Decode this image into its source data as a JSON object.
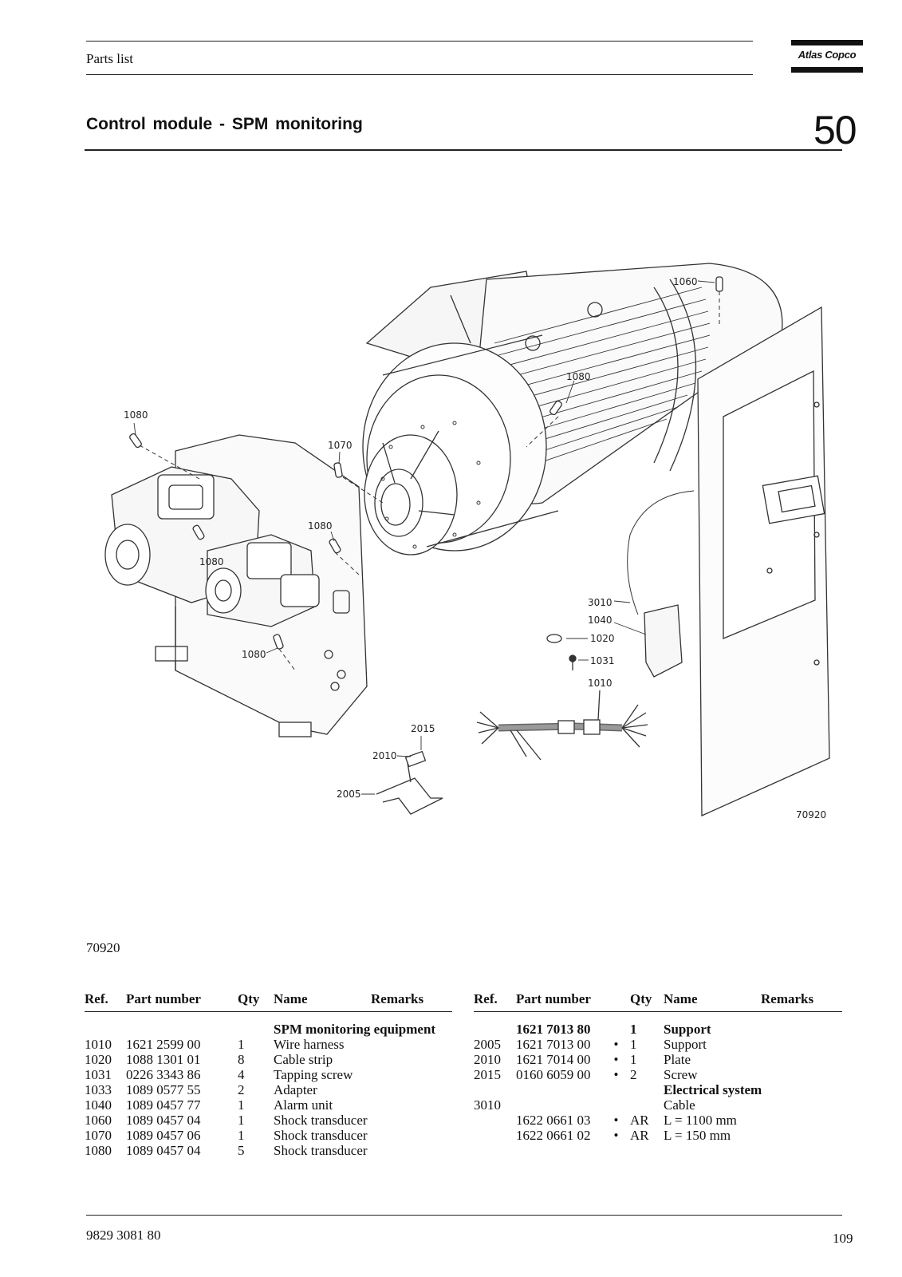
{
  "header": {
    "label": "Parts list",
    "brand": "Atlas Copco",
    "title": "Control module - SPM monitoring",
    "section_number": "50"
  },
  "drawing": {
    "callouts": [
      "1060",
      "1080",
      "1080",
      "1070",
      "1080",
      "1080",
      "1080",
      "3010",
      "1040",
      "1020",
      "1031",
      "1010",
      "2015",
      "2010",
      "2005"
    ],
    "drawing_number": "70920"
  },
  "figure_number": "70920",
  "table_left": {
    "headers": {
      "ref": "Ref.",
      "part": "Part number",
      "qty": "Qty",
      "name": "Name",
      "remarks": "Remarks"
    },
    "rows": [
      {
        "ref": "",
        "part": "",
        "dot": "",
        "qty": "",
        "name": "SPM monitoring equipment",
        "bold": true
      },
      {
        "ref": "1010",
        "part": "1621 2599 00",
        "dot": "",
        "qty": "1",
        "name": "Wire harness"
      },
      {
        "ref": "1020",
        "part": "1088 1301 01",
        "dot": "",
        "qty": "8",
        "name": "Cable strip"
      },
      {
        "ref": "1031",
        "part": "0226 3343 86",
        "dot": "",
        "qty": "4",
        "name": "Tapping screw"
      },
      {
        "ref": "1033",
        "part": "1089 0577 55",
        "dot": "",
        "qty": "2",
        "name": "Adapter"
      },
      {
        "ref": "1040",
        "part": "1089 0457 77",
        "dot": "",
        "qty": "1",
        "name": "Alarm unit"
      },
      {
        "ref": "1060",
        "part": "1089 0457 04",
        "dot": "",
        "qty": "1",
        "name": "Shock transducer"
      },
      {
        "ref": "1070",
        "part": "1089 0457 06",
        "dot": "",
        "qty": "1",
        "name": "Shock transducer"
      },
      {
        "ref": "1080",
        "part": "1089 0457 04",
        "dot": "",
        "qty": "5",
        "name": "Shock transducer"
      }
    ]
  },
  "table_right": {
    "headers": {
      "ref": "Ref.",
      "part": "Part number",
      "qty": "Qty",
      "name": "Name",
      "remarks": "Remarks"
    },
    "rows": [
      {
        "ref": "",
        "part": "1621 7013 80",
        "dot": "",
        "qty": "1",
        "name": "Support",
        "bold": true
      },
      {
        "ref": "2005",
        "part": "1621 7013 00",
        "dot": "•",
        "qty": "1",
        "name": "Support"
      },
      {
        "ref": "2010",
        "part": "1621 7014 00",
        "dot": "•",
        "qty": "1",
        "name": "Plate"
      },
      {
        "ref": "2015",
        "part": "0160 6059 00",
        "dot": "•",
        "qty": "2",
        "name": "Screw"
      },
      {
        "ref": "",
        "part": "",
        "dot": "",
        "qty": "",
        "name": "Electrical system",
        "bold": true
      },
      {
        "ref": "3010",
        "part": "",
        "dot": "",
        "qty": "",
        "name": "Cable"
      },
      {
        "ref": "",
        "part": "1622 0661 03",
        "dot": "•",
        "qty": "AR",
        "name": "L = 1100 mm"
      },
      {
        "ref": "",
        "part": "1622 0661 02",
        "dot": "•",
        "qty": "AR",
        "name": "L = 150 mm"
      }
    ]
  },
  "footer": {
    "doc_number": "9829 3081 80",
    "page": "109"
  }
}
